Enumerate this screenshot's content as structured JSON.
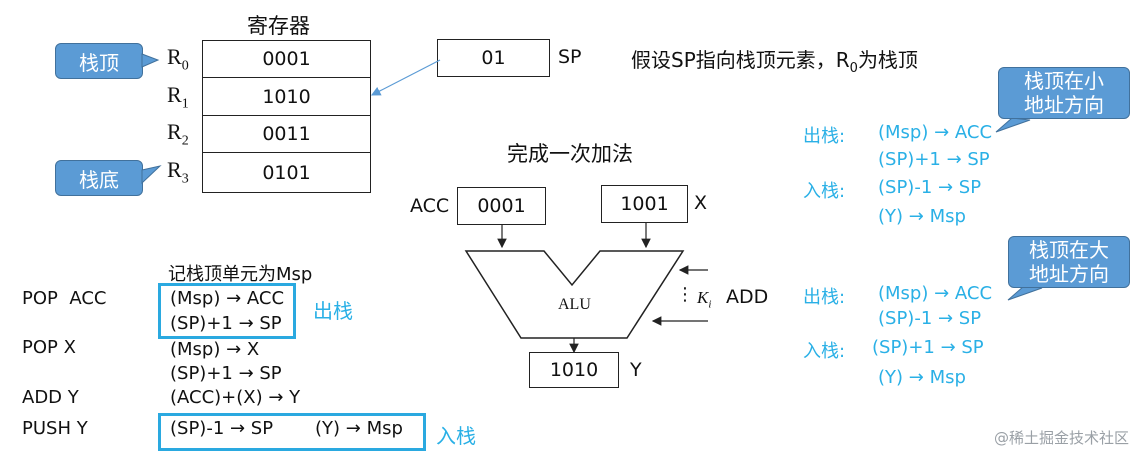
{
  "register_file": {
    "title": "寄存器",
    "rows": [
      {
        "label": "R",
        "sub": "0",
        "value": "0001"
      },
      {
        "label": "R",
        "sub": "1",
        "value": "1010"
      },
      {
        "label": "R",
        "sub": "2",
        "value": "0011"
      },
      {
        "label": "R",
        "sub": "3",
        "value": "0101"
      }
    ],
    "top_callout": "栈顶",
    "bottom_callout": "栈底"
  },
  "sp": {
    "value": "01",
    "label": "SP"
  },
  "assumption": {
    "text": "假设SP指向栈顶元素，R",
    "sub": "0",
    "tail": "为栈顶"
  },
  "alu_section": {
    "title": "完成一次加法",
    "acc_label": "ACC",
    "acc_value": "0001",
    "x_value": "1001",
    "x_label": "X",
    "alu_label": "ALU",
    "ki": "K",
    "ki_sub": "i",
    "add_label": "ADD",
    "dots": "⋮",
    "result_value": "1010",
    "result_label": "Y"
  },
  "stack_low": {
    "callout": [
      "栈顶在小",
      "地址方向"
    ],
    "pop_label": "出栈:",
    "pop_lines": [
      "(Msp) → ACC",
      "(SP)+1 → SP"
    ],
    "push_label": "入栈:",
    "push_lines": [
      "(SP)-1 → SP",
      "(Y) → Msp"
    ]
  },
  "stack_high": {
    "callout": [
      "栈顶在大",
      "地址方向"
    ],
    "pop_label": "出栈:",
    "pop_lines": [
      "(Msp) → ACC",
      "(SP)-1 → SP"
    ],
    "push_label": "入栈:",
    "push_lines": [
      "(SP)+1 → SP",
      "(Y) → Msp"
    ]
  },
  "program": {
    "note": "记栈顶单元为Msp",
    "rows": [
      {
        "instr": "POP  ACC",
        "ops": [
          "(Msp) → ACC",
          "(SP)+1 → SP"
        ],
        "tag": "出栈"
      },
      {
        "instr": "POP X",
        "ops": [
          "(Msp) → X",
          "(SP)+1 → SP"
        ]
      },
      {
        "instr": "ADD Y",
        "ops": [
          "(ACC)+(X) → Y"
        ]
      },
      {
        "instr": "PUSH Y",
        "ops": [
          "(SP)-1 → SP",
          "(Y) → Msp"
        ],
        "tag": "入栈"
      }
    ]
  },
  "watermark": "@稀土掘金技术社区",
  "colors": {
    "callout_fill": "#5b9bd5",
    "accent_text": "#2ab0e6",
    "highlight_box": "#2aa9e0",
    "arrow": "#5b9bd5"
  }
}
